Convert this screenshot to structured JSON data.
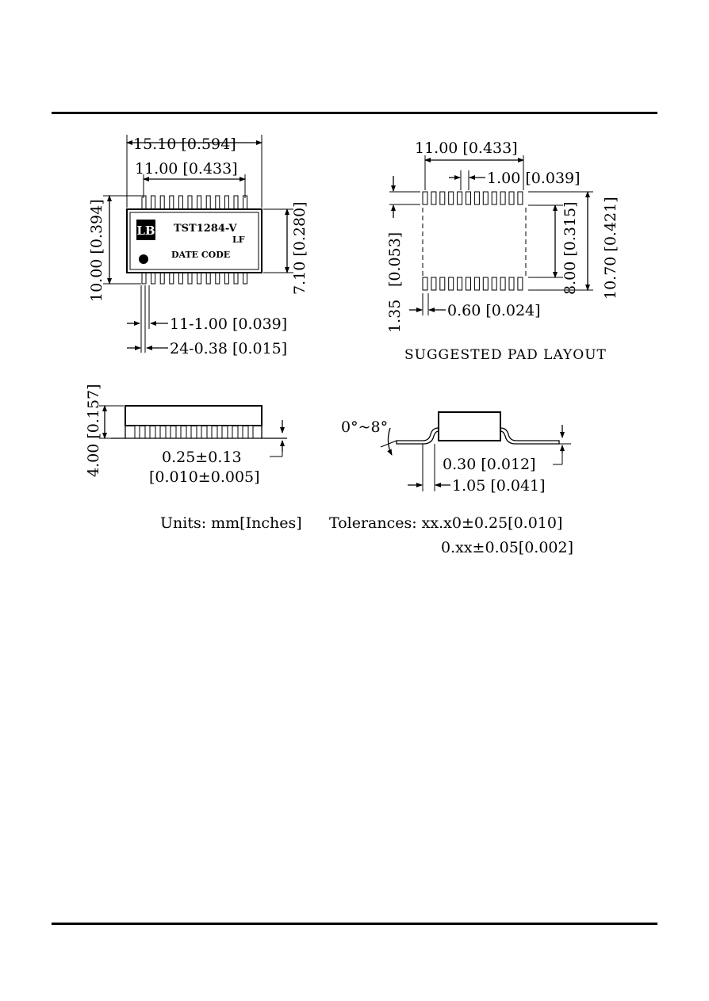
{
  "top_view": {
    "dim_overall_width": "15.10 [0.594]",
    "dim_pin_span": "11.00 [0.433]",
    "dim_height": "10.00 [0.394]",
    "dim_body_height": "7.10 [0.280]",
    "dim_pitch": "11-1.00 [0.039]",
    "dim_lead_width": "24-0.38 [0.015]",
    "marking_part": "TST1284-V",
    "marking_suffix": "LF",
    "marking_date": "DATE CODE",
    "logo_glyph": "LB"
  },
  "pad_layout": {
    "dim_width": "11.00 [0.433]",
    "dim_pitch": "1.00 [0.039]",
    "dim_pad_length": "1.35 [0.053]",
    "dim_pad_width": "0.60 [0.024]",
    "dim_inner": "8.00 [0.315]",
    "dim_outer": "10.70 [0.421]",
    "caption": "SUGGESTED PAD LAYOUT"
  },
  "side_view": {
    "dim_height": "4.00 [0.157]",
    "dim_standoff_mm": "0.25±0.13",
    "dim_standoff_in": "[0.010±0.005]"
  },
  "lead_detail": {
    "angle": "0°~8°",
    "dim_thickness": "0.30 [0.012]",
    "dim_foot": "1.05 [0.041]"
  },
  "notes": {
    "units": "Units: mm[Inches]",
    "tolerance_1": "Tolerances: xx.x0±0.25[0.010]",
    "tolerance_2": "0.xx±0.05[0.002]"
  }
}
